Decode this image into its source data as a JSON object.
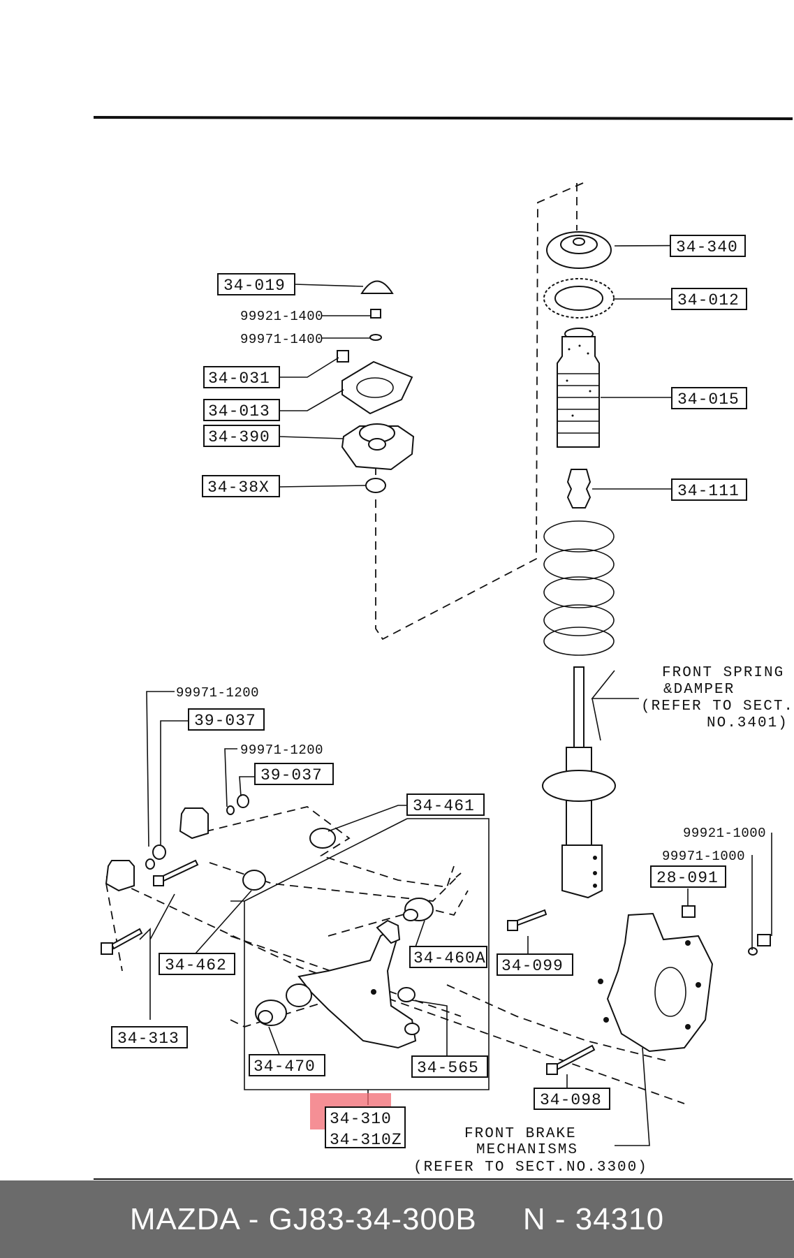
{
  "footer": {
    "text": "MAZDA - GJ83-34-300B     N - 34310"
  },
  "labels": {
    "l34340": "34-340",
    "l34012": "34-012",
    "l34015": "34-015",
    "l34111": "34-111",
    "l34019": "34-019",
    "l99921_1400": "99921-1400",
    "l99971_1400": "99971-1400",
    "l34031": "34-031",
    "l34013": "34-013",
    "l34390": "34-390",
    "l3438X": "34-38X",
    "l99971_1200a": "99971-1200",
    "l39037a": "39-037",
    "l99971_1200b": "99971-1200",
    "l39037b": "39-037",
    "l34461": "34-461",
    "l34462": "34-462",
    "l34460A": "34-460A",
    "l34313": "34-313",
    "l34470": "34-470",
    "l34565": "34-565",
    "l34099": "34-099",
    "l99921_1000": "99921-1000",
    "l99971_1000": "99971-1000",
    "l28091": "28-091",
    "l34098": "34-098",
    "l34310": "34-310",
    "l34310Z": "34-310Z"
  },
  "notes": {
    "spring1": "FRONT SPRING",
    "spring2": "&DAMPER",
    "spring3": "(REFER TO SECT.",
    "spring4": "NO.3401)",
    "brake1": "FRONT BRAKE",
    "brake2": "MECHANISMS",
    "brake3": "(REFER TO SECT.NO.3300)"
  },
  "highlight": {
    "part": "34-310",
    "color": "#f26a72"
  }
}
